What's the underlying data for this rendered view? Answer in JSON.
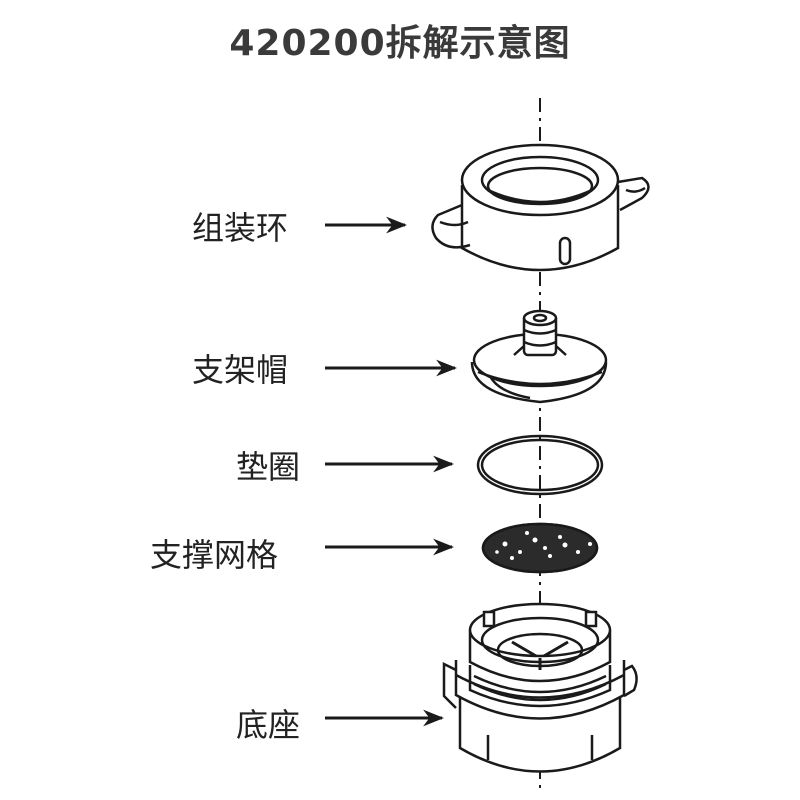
{
  "title": "420200拆解示意图",
  "parts": [
    {
      "label": "组装环"
    },
    {
      "label": "支架帽"
    },
    {
      "label": "垫圈"
    },
    {
      "label": "支撑网格"
    },
    {
      "label": "底座"
    }
  ],
  "colors": {
    "line": "#1a1a1a",
    "title": "#3a3a3a",
    "text": "#222222"
  }
}
